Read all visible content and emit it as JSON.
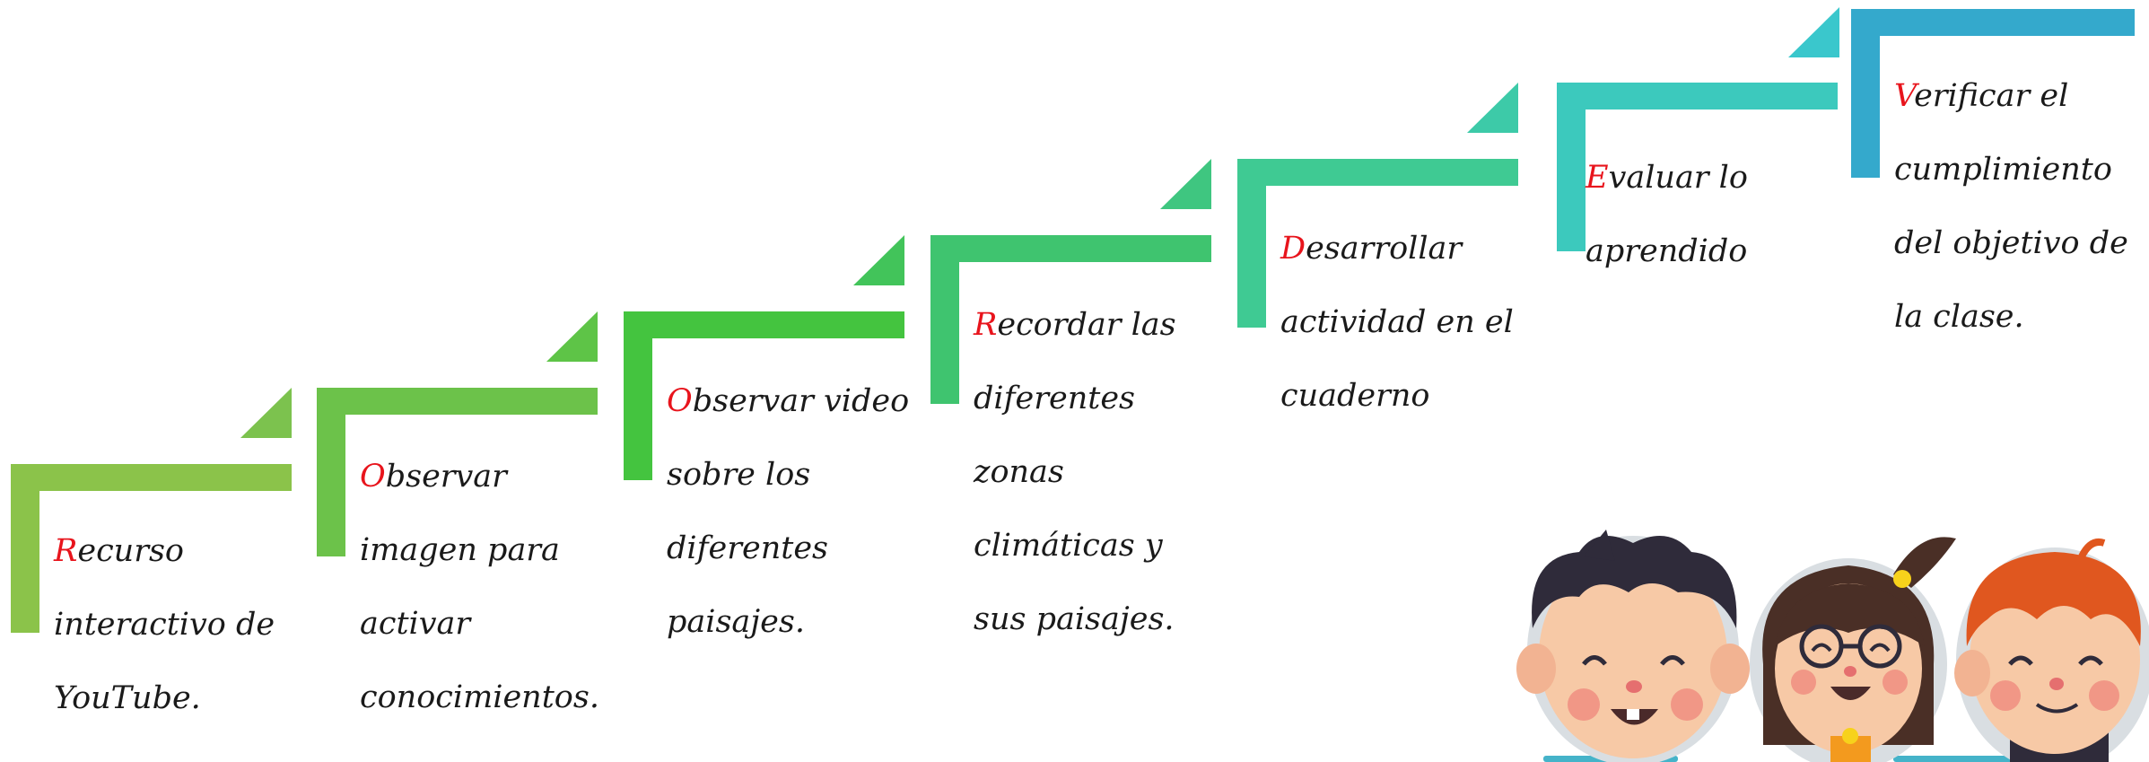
{
  "steps": [
    {
      "initial": "R",
      "lines": [
        "ecurso",
        "interactivo de",
        "YouTube."
      ],
      "color": "#8bc34a"
    },
    {
      "initial": "O",
      "lines": [
        "bservar",
        "imagen para",
        "activar",
        "conocimientos."
      ],
      "color": "#6cc24a"
    },
    {
      "initial": "O",
      "lines": [
        "bservar video",
        "sobre los",
        "diferentes",
        "paisajes."
      ],
      "color": "#44c43f"
    },
    {
      "initial": "R",
      "lines": [
        "ecordar las",
        "diferentes",
        "zonas",
        "climáticas y",
        "sus paisajes."
      ],
      "color": "#3fc46f"
    },
    {
      "initial": "D",
      "lines": [
        "esarrollar",
        "actividad en el",
        "cuaderno"
      ],
      "color": "#3fca93"
    },
    {
      "initial": "E",
      "lines": [
        "valuar lo",
        "aprendido"
      ],
      "color": "#3cc9bd"
    },
    {
      "initial": "V",
      "lines": [
        "erificar el",
        "cumplimiento",
        "del objetivo de",
        "la clase."
      ],
      "color": "#34a9cc"
    }
  ],
  "illustration": {
    "icon": "three-children-faces"
  }
}
